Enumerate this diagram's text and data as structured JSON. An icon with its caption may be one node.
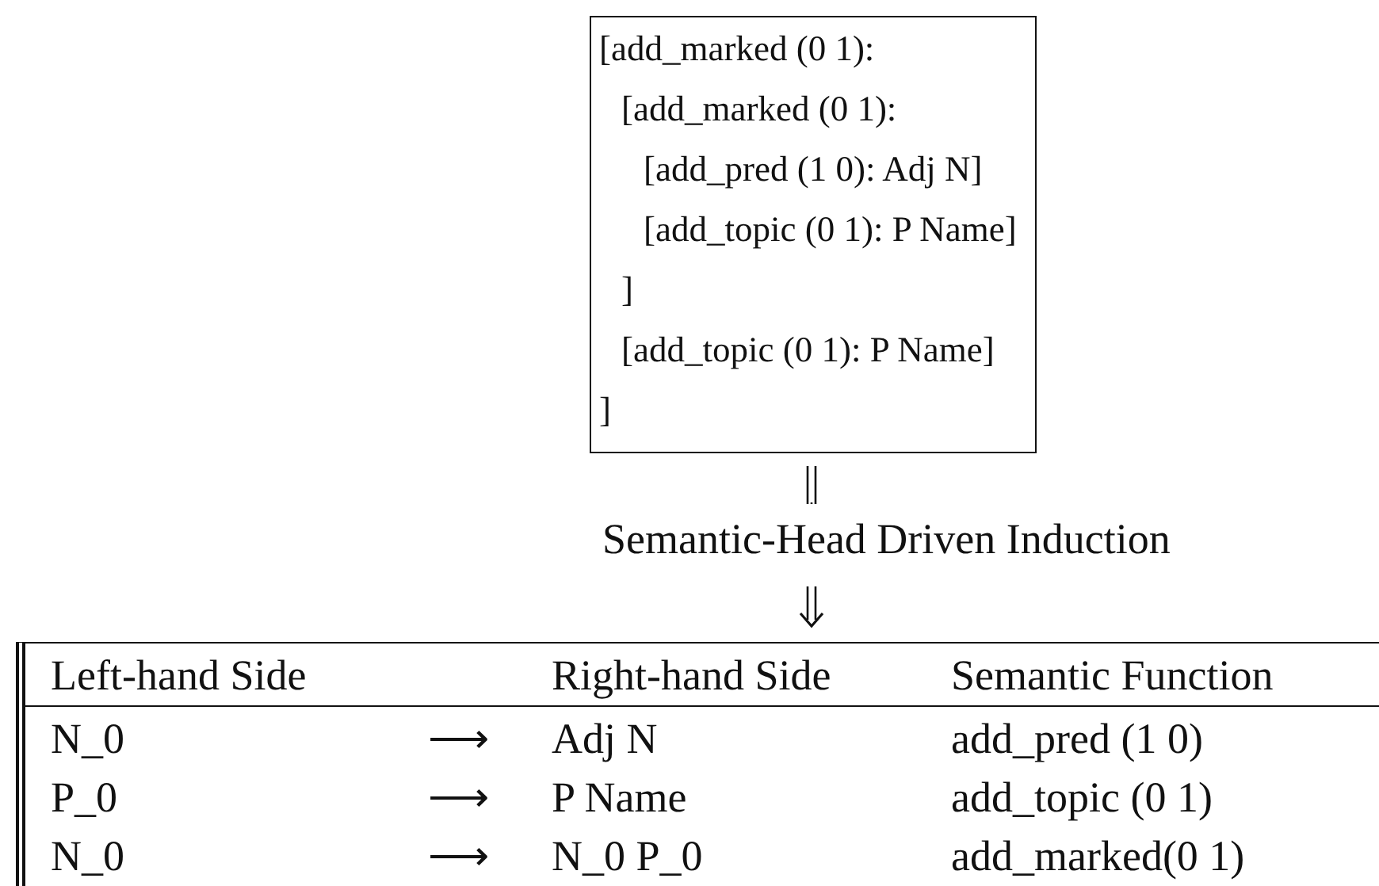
{
  "diagram": {
    "nodes": [
      {
        "text": [
          "[add_marked (0 1):",
          "[add_marked (0 1):",
          "[add_pred (1 0): Adj N]",
          "[add_topic (0 1): P Name]",
          "]",
          "[add_topic (0 1): P Name]",
          "]"
        ]
      },
      {
        "text": [
          "Semantic-Head Driven Induction"
        ]
      },
      {
        "text": [
          "Left-hand Side",
          "Right-hand Side",
          "Semantic Function",
          "N_0",
          "⟶",
          "Adj N",
          "add_pred (1 0)",
          "P_0",
          "⟶",
          "P Name",
          "add_topic (0 1)",
          "N_0",
          "⟶",
          "N_0 P_0",
          "add_marked(0 1)"
        ]
      }
    ],
    "edges": [
      {
        "from": 0,
        "to": 1,
        "arrow": "none"
      },
      {
        "from": 1,
        "to": 2,
        "arrow": "to"
      }
    ]
  }
}
